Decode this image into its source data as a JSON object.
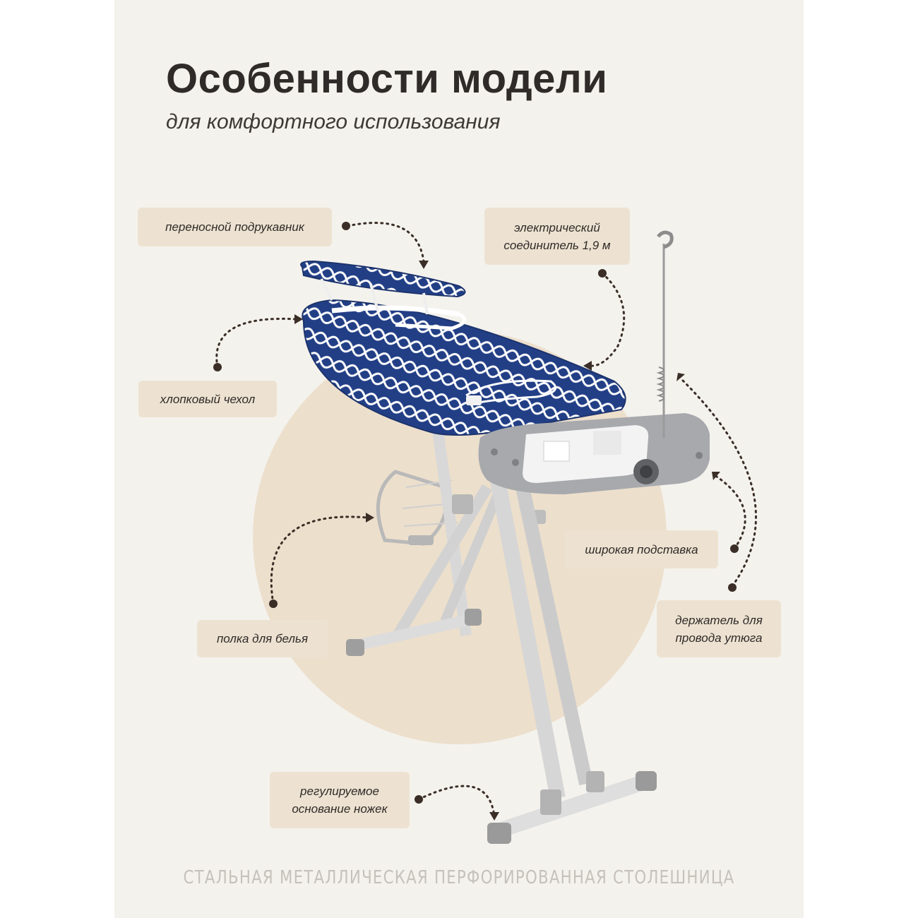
{
  "heading": {
    "title": "Особенности модели",
    "subtitle": "для комфортного использования"
  },
  "callouts": {
    "sleeve_board": "переносной подрукавник",
    "connector": "электрический\nсоединитель 1,9 м",
    "cover": "хлопковый чехол",
    "stand": "широкая подставка",
    "linen_shelf": "полка для белья",
    "cord_holder": "держатель для\nпровода утюга",
    "legs": "регулируемое\nоснование ножек"
  },
  "footer": "СТАЛЬНАЯ МЕТАЛЛИЧЕСКАЯ ПЕРФОРИРОВАННАЯ СТОЛЕШНИЦА",
  "colors": {
    "background": "#f4f2ed",
    "label_bg": "#ede2d1",
    "circle": "#ecdfcc",
    "cover_blue": "#223f86",
    "frame_gray": "#c9c9c9",
    "text_dark": "#2e2b28"
  }
}
